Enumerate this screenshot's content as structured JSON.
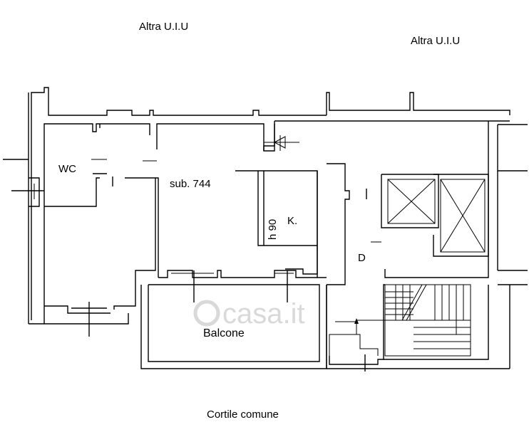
{
  "labels": {
    "neighbor_left": "Altra U.I.U",
    "neighbor_right": "Altra U.I.U",
    "wc": "WC",
    "unit": "sub. 744",
    "height": "h 90",
    "kitchen": "K.",
    "stair_landing": "D",
    "balcony": "Balcone",
    "courtyard": "Cortile comune"
  },
  "watermark": "casa.it",
  "colors": {
    "lines": "#000000",
    "watermark": "#d9d9d9",
    "background": "#ffffff"
  }
}
